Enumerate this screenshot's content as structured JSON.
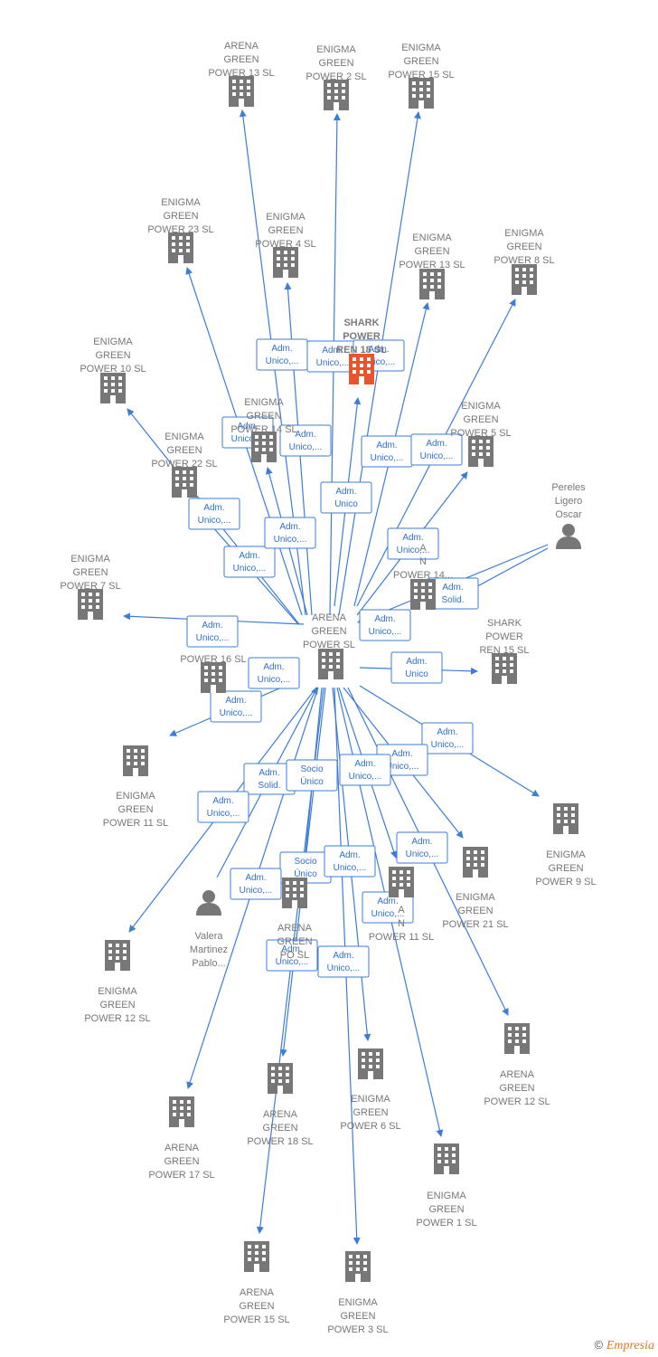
{
  "colors": {
    "edge": "#3b7dd8",
    "building": "#777777",
    "building_highlight": "#e8542c",
    "person": "#777777",
    "label": "#777777"
  },
  "center": {
    "id": "center",
    "label": [
      "ARENA",
      "GREEN",
      "POWER  SL"
    ],
    "icon": "building-icon"
  },
  "nodes": [
    {
      "id": "ag13",
      "label": [
        "ARENA",
        "GREEN",
        "POWER 13  SL"
      ],
      "icon": "building-icon"
    },
    {
      "id": "eg2",
      "label": [
        "ENIGMA",
        "GREEN",
        "POWER 2  SL"
      ],
      "icon": "building-icon"
    },
    {
      "id": "eg15",
      "label": [
        "ENIGMA",
        "GREEN",
        "POWER 15  SL"
      ],
      "icon": "building-icon"
    },
    {
      "id": "eg23",
      "label": [
        "ENIGMA",
        "GREEN",
        "POWER 23  SL"
      ],
      "icon": "building-icon"
    },
    {
      "id": "eg4",
      "label": [
        "ENIGMA",
        "GREEN",
        "POWER 4  SL"
      ],
      "icon": "building-icon"
    },
    {
      "id": "eg13",
      "label": [
        "ENIGMA",
        "GREEN",
        "POWER 13  SL"
      ],
      "icon": "building-icon"
    },
    {
      "id": "eg8",
      "label": [
        "ENIGMA",
        "GREEN",
        "POWER 8  SL"
      ],
      "icon": "building-icon"
    },
    {
      "id": "shark18",
      "label": [
        "SHARK",
        "POWER",
        "REN 18  SL"
      ],
      "icon": "building-icon",
      "highlight": true
    },
    {
      "id": "eg10",
      "label": [
        "ENIGMA",
        "GREEN",
        "POWER 10  SL"
      ],
      "icon": "building-icon"
    },
    {
      "id": "eg14b",
      "label": [
        "ENIGMA",
        "GREEN",
        "POWER 14  SL"
      ],
      "icon": "building-icon"
    },
    {
      "id": "eg5",
      "label": [
        "ENIGMA",
        "GREEN",
        "POWER 5  SL"
      ],
      "icon": "building-icon"
    },
    {
      "id": "eg22",
      "label": [
        "ENIGMA",
        "GREEN",
        "POWER 22  SL"
      ],
      "icon": "building-icon"
    },
    {
      "id": "pereles",
      "label": [
        "Pereles",
        "Ligero",
        "Oscar"
      ],
      "icon": "person-icon"
    },
    {
      "id": "eg7",
      "label": [
        "ENIGMA",
        "GREEN",
        "POWER 7  SL"
      ],
      "icon": "building-icon"
    },
    {
      "id": "ag14",
      "label": [
        "A",
        "N",
        "POWER 14..."
      ],
      "icon": "building-icon"
    },
    {
      "id": "eg16",
      "label": [
        "POWER 16  SL"
      ],
      "icon": "building-icon"
    },
    {
      "id": "shark15",
      "label": [
        "SHARK",
        "POWER",
        "REN 15  SL"
      ],
      "icon": "building-icon"
    },
    {
      "id": "eg11",
      "label": [
        "ENIGMA",
        "GREEN",
        "POWER 11  SL"
      ],
      "icon": "building-icon"
    },
    {
      "id": "eg9",
      "label": [
        "ENIGMA",
        "GREEN",
        "POWER 9  SL"
      ],
      "icon": "building-icon"
    },
    {
      "id": "eg21",
      "label": [
        "ENIGMA",
        "GREEN",
        "POWER 21  SL"
      ],
      "icon": "building-icon"
    },
    {
      "id": "valera",
      "label": [
        "Valera",
        "Martinez",
        "Pablo..."
      ],
      "icon": "person-icon"
    },
    {
      "id": "ag_x",
      "label": [
        "ARENA",
        "GREEN",
        "PO        SL"
      ],
      "icon": "building-icon"
    },
    {
      "id": "ag11",
      "label": [
        "A",
        "N",
        "POWER 11  SL"
      ],
      "icon": "building-icon"
    },
    {
      "id": "eg12",
      "label": [
        "ENIGMA",
        "GREEN",
        "POWER 12  SL"
      ],
      "icon": "building-icon"
    },
    {
      "id": "ag12",
      "label": [
        "ARENA",
        "GREEN",
        "POWER 12  SL"
      ],
      "icon": "building-icon"
    },
    {
      "id": "ag18",
      "label": [
        "ARENA",
        "GREEN",
        "POWER 18  SL"
      ],
      "icon": "building-icon"
    },
    {
      "id": "eg6",
      "label": [
        "ENIGMA",
        "GREEN",
        "POWER 6  SL"
      ],
      "icon": "building-icon"
    },
    {
      "id": "ag17",
      "label": [
        "ARENA",
        "GREEN",
        "POWER 17  SL"
      ],
      "icon": "building-icon"
    },
    {
      "id": "eg1",
      "label": [
        "ENIGMA",
        "GREEN",
        "POWER 1  SL"
      ],
      "icon": "building-icon"
    },
    {
      "id": "ag15",
      "label": [
        "ARENA",
        "GREEN",
        "POWER 15  SL"
      ],
      "icon": "building-icon"
    },
    {
      "id": "eg3",
      "label": [
        "ENIGMA",
        "GREEN",
        "POWER 3  SL"
      ],
      "icon": "building-icon"
    }
  ],
  "relations": [
    {
      "id": "r1",
      "label": [
        "Adm.",
        "Unico,..."
      ]
    },
    {
      "id": "r2",
      "label": [
        "Adm.",
        "Unico,..."
      ]
    },
    {
      "id": "r3",
      "label": [
        "Adm.",
        "Unico,..."
      ]
    },
    {
      "id": "r4",
      "label": [
        "Adm.",
        "Unico,..."
      ]
    },
    {
      "id": "r5",
      "label": [
        "Adm.",
        "Unico,..."
      ]
    },
    {
      "id": "r6",
      "label": [
        "Adm.",
        "Unico,..."
      ]
    },
    {
      "id": "r7",
      "label": [
        "Adm.",
        "Unico,..."
      ]
    },
    {
      "id": "r8",
      "label": [
        "Adm.",
        "Unico"
      ]
    },
    {
      "id": "r9",
      "label": [
        "Adm.",
        "Unico,..."
      ]
    },
    {
      "id": "r10",
      "label": [
        "Adm.",
        "Unico,..."
      ]
    },
    {
      "id": "r11",
      "label": [
        "Adm.",
        "Unico,..."
      ]
    },
    {
      "id": "r12",
      "label": [
        "Adm.",
        "Unico,..."
      ]
    },
    {
      "id": "r13",
      "label": [
        "Adm.",
        "Solid."
      ]
    },
    {
      "id": "r14",
      "label": [
        "Adm.",
        "Unico,..."
      ]
    },
    {
      "id": "r15",
      "label": [
        "Adm.",
        "Unico,..."
      ]
    },
    {
      "id": "r16",
      "label": [
        "Adm.",
        "Unico,..."
      ]
    },
    {
      "id": "r17",
      "label": [
        "Adm.",
        "Unico"
      ]
    },
    {
      "id": "r18",
      "label": [
        "Adm.",
        "Unico,..."
      ]
    },
    {
      "id": "r19",
      "label": [
        "Adm.",
        "Unico,..."
      ]
    },
    {
      "id": "r20",
      "label": [
        "Adm.",
        "Unico,..."
      ]
    },
    {
      "id": "r21",
      "label": [
        "Adm.",
        "Solid."
      ]
    },
    {
      "id": "r22",
      "label": [
        "Socio",
        "Único"
      ]
    },
    {
      "id": "r23",
      "label": [
        "Adm.",
        "Unico,..."
      ]
    },
    {
      "id": "r24",
      "label": [
        "Adm.",
        "Unico,..."
      ]
    },
    {
      "id": "r25",
      "label": [
        "Adm.",
        "Unico,..."
      ]
    },
    {
      "id": "r26",
      "label": [
        "Socio",
        "Único"
      ]
    },
    {
      "id": "r27",
      "label": [
        "Adm.",
        "Unico,..."
      ]
    },
    {
      "id": "r28",
      "label": [
        "Adm.",
        "Unico,..."
      ]
    },
    {
      "id": "r29",
      "label": [
        "Adm.",
        "Unico,..."
      ]
    },
    {
      "id": "r30",
      "label": [
        "Adm.",
        "Unico,..."
      ]
    },
    {
      "id": "r31",
      "label": [
        "Adm.",
        "Unico,..."
      ]
    }
  ],
  "footer": {
    "copyright": "©",
    "brand": "Empresia"
  }
}
